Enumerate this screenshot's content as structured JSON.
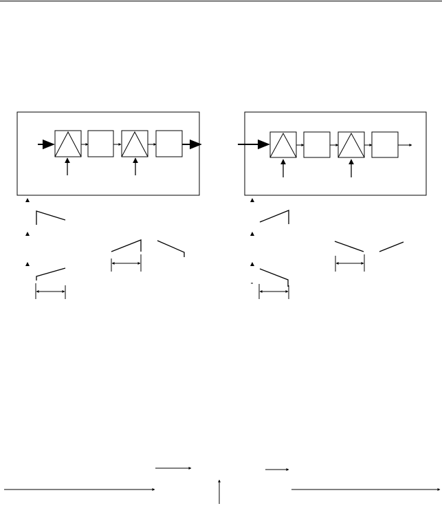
{
  "figure": {
    "left_diagram": {
      "blocks": [
        {
          "kind": "triangle-cell"
        },
        {
          "kind": "plain-cell"
        },
        {
          "kind": "triangle-cell"
        },
        {
          "kind": "plain-cell"
        }
      ],
      "waveforms": [
        {
          "shape": "falling-ramp"
        },
        {
          "shape": "rising-ramp-with-step"
        },
        {
          "shape": "falling-ramp-with-step"
        },
        {
          "shape": "rising-ramp"
        }
      ],
      "interval_markers": 2
    },
    "right_diagram": {
      "blocks": [
        {
          "kind": "triangle-cell"
        },
        {
          "kind": "plain-cell"
        },
        {
          "kind": "triangle-cell"
        },
        {
          "kind": "plain-cell"
        }
      ],
      "waveforms": [
        {
          "shape": "rising-ramp-with-step"
        },
        {
          "shape": "falling-ramp"
        },
        {
          "shape": "rising-ramp"
        },
        {
          "shape": "falling-ramp-with-step"
        }
      ],
      "interval_markers": 2
    },
    "bottom_arrows": [
      "arrow-right-long-left",
      "arrow-right-short-left",
      "arrow-up-center",
      "arrow-right-short-right",
      "arrow-right-long-right"
    ]
  }
}
